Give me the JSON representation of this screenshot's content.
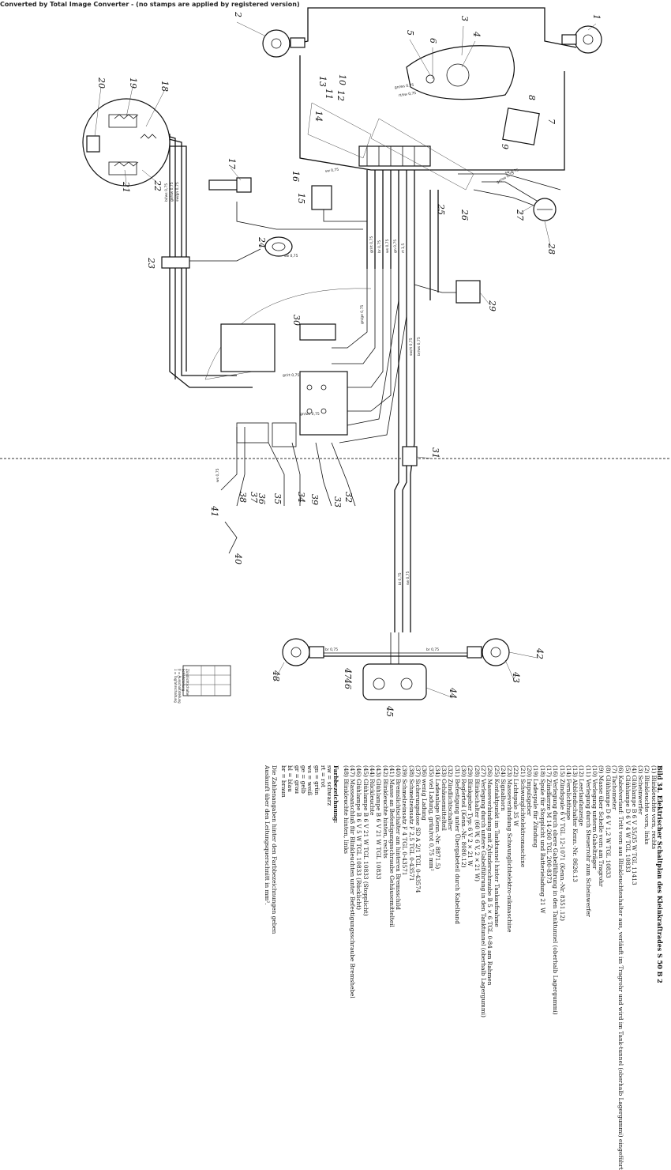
{
  "banner": "Converted by Total Image Converter - (no stamps are applied by registered version)",
  "caption": "Bild 34. Elektrischer Schaltplan des Kleinkraftrades S 50 B 2",
  "legend_items": [
    "(1) Blinkleuchte vorn, rechts",
    "(2) Blinkleuchte vorn, links",
    "(3) Scheinwerfer",
    "(4) Glühlampe B 6 V 35/35 W TGL 11413",
    "(5) Glühlampe D 6 V 4 W TGL 10833",
    "(6) Kabelverlauf: Tritt vorn aus Blinkleuchtenhalter aus, verläuft im Tragrohr und wird im Tank-tunnel (oberhalb Lagergummi) eingeführt",
    "(7) Tachometer",
    "(8) Glühlampe D 6 V 1,2 W TGL 10833",
    "(9) Masse über Schelle vorn am Tragrohr",
    "(10) Verlegung unterm Gabelträger",
    "(11) Verlegung durch Steuerrohr zum Scheinwerfer",
    "(12) Leerlaufanzeige",
    "(13) Abblendschalter Kenn.-Nr. 8626.13",
    "(14) Fernlichthupe",
    "(15) Zündspule 6 V TGL 12-1071 (Kenn.-Nr. 8351.12)",
    "(16) Verlegung durch obere Gabelführung in den Tanktunnel (oberhalb Lagergummi)",
    "(17) Zündkerze M 14-260 TGL 200-8373",
    "(18) Spule für Stopplicht und Batterieladung 21 W",
    "(19) Ladespule für Zündung",
    "(20) Impulsgeber",
    "(21) Schwunglichtelektromaschine",
    "(22) Lichtspule 35 W",
    "(23) Masseverbindung Schwunglichtelektro-nikmaschine",
    "(24) Signalhorn",
    "(25) Kontaktpunkt im Tanktunnel hinter Tankaufnahme",
    "(26) Masseverbindung mit Zylinderschraube B 5 × 6 TGL 0-84 am Rahmen",
    "(27) Verlegung durch untere Gabelführung in den Tanktunnel (oberhalb Lagergummi)",
    "(28) Blinkschalter (60 W, 6 V, 2 × 21 W)",
    "(29) Blinkgeber Typ: 6 V 2 × 21 W",
    "(30) Reglerteil (Kenn.-Nr. 8080.12)",
    "(31) Befestigung unter Übergabeteil durch Kabelband",
    "(32) Zündlichtschalter",
    "(33) Gehäusemittelteil",
    "(34) Ladeanlage (Kenn.-Nr. 8871.5)",
    "(35) viel Ladung, grün/rot 0,75 mm²",
    "(36) wenig Ladung",
    "(37) Sicherungsdose SD A 2/1 TGL 0-43574",
    "(38) Schmelzeinsatz F 2,5 TGL 0-43571",
    "(39) Schmelzeinsatz F 4 TGL 0-43571",
    "(40) Bremslichtschalter am hinteren Bremsschild",
    "(41) Masse an Befestigungsschraube Gehäusemittelteil",
    "(42) Blinkleuchte hinten, rechts",
    "(43) Glühlampe B 6 V 21 W TGL 10833",
    "(44) Rückleuchte",
    "(45) Glühlampe B 6 V 21 W TGL 10833 (Stopplicht)",
    "(46) Glühlampe B 6 V 5 W TGL 10833 (Rücklicht)",
    "(47) Masseanschluß für Blinkleuchten unter Befestigungsschraube Bremshebel",
    "(48) Blinkleuchte hinten, links"
  ],
  "color_heading": "Farbbezeichnung:",
  "color_codes": [
    "sw = schwarz",
    "rt = rot",
    "gn = grün",
    "ws = weiß",
    "ge = gelb",
    "gr = grau",
    "bl = blau",
    "br = braun"
  ],
  "note": "Die Zahlenangaben hinter den Farbbezeichnungen geben Auskunft über den Leitungsquerschnitt in mm².",
  "small_legend": [
    "Zündlichtschalter",
    "Schaltstellung",
    "0 = Ausschaltstellung",
    "1 = Tagfahrschaltung"
  ],
  "diagram": {
    "component_numbers": [
      "1",
      "2",
      "3",
      "4",
      "5",
      "6",
      "7",
      "8",
      "9",
      "10",
      "11",
      "12",
      "13",
      "14",
      "15",
      "16",
      "17",
      "18",
      "19",
      "20",
      "21",
      "22",
      "23",
      "24",
      "25",
      "26",
      "27",
      "28",
      "29",
      "30",
      "31",
      "32",
      "33",
      "34",
      "35",
      "36",
      "37",
      "38",
      "39",
      "40",
      "41",
      "42",
      "43",
      "44",
      "45",
      "46",
      "47",
      "48"
    ],
    "wire_labels": [
      "sw 0,75",
      "gn/ws 0,75",
      "rt/sw 0,75",
      "bl/ws 0,75",
      "ge/sw 0,75",
      "sw/gn 0,75",
      "gr/rt 0,75",
      "br 0,75",
      "ws 0,75",
      "gn 0,75",
      "rt 1,5",
      "sw/rt 0,75",
      "br/ws 0,75",
      "gn/ge 0,75",
      "bl 0,75"
    ],
    "colors": {
      "ink": "#111111",
      "paper": "#ffffff"
    }
  }
}
